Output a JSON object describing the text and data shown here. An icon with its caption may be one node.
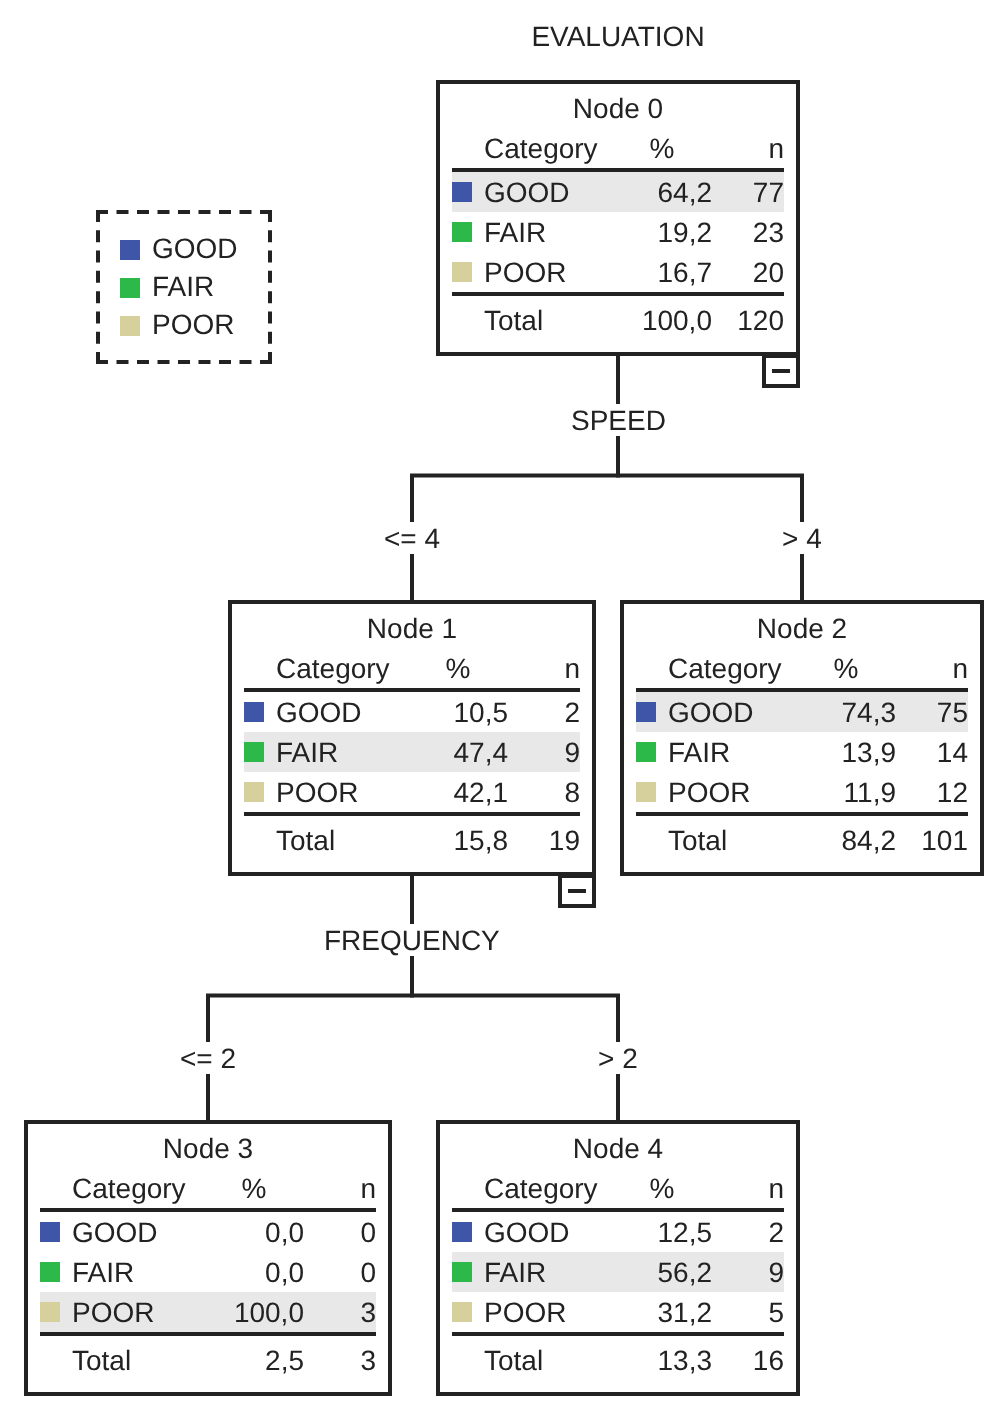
{
  "diagram": {
    "title": "EVALUATION",
    "nodes": [
      {
        "text": [
          "Node 0",
          "Category",
          "%",
          "n",
          "GOOD",
          "64,2",
          "77",
          "FAIR",
          "19,2",
          "23",
          "POOR",
          "16,7",
          "20",
          "Total",
          "100,0",
          "120"
        ],
        "beside": [
          "SPEED"
        ]
      },
      {
        "text": [
          "Node 1",
          "Category",
          "%",
          "n",
          "GOOD",
          "10,5",
          "2",
          "FAIR",
          "47,4",
          "9",
          "POOR",
          "42,1",
          "8",
          "Total",
          "15,8",
          "19"
        ],
        "beside": [
          "FREQUENCY"
        ]
      },
      {
        "text": [
          "Node 2",
          "Category",
          "%",
          "n",
          "GOOD",
          "74,3",
          "75",
          "FAIR",
          "13,9",
          "14",
          "POOR",
          "11,9",
          "12",
          "Total",
          "84,2",
          "101"
        ]
      },
      {
        "text": [
          "Node 3",
          "Category",
          "%",
          "n",
          "GOOD",
          "0,0",
          "0",
          "FAIR",
          "0,0",
          "0",
          "POOR",
          "100,0",
          "3",
          "Total",
          "2,5",
          "3"
        ]
      },
      {
        "text": [
          "Node 4",
          "Category",
          "%",
          "n",
          "GOOD",
          "12,5",
          "2",
          "FAIR",
          "56,2",
          "9",
          "POOR",
          "31,2",
          "5",
          "Total",
          "13,3",
          "16"
        ]
      }
    ],
    "edges": [
      {
        "from": 0,
        "to": 1,
        "arrow": "none",
        "label": "<= 4"
      },
      {
        "from": 0,
        "to": 2,
        "arrow": "none",
        "label": "> 4"
      },
      {
        "from": 1,
        "to": 3,
        "arrow": "none",
        "label": "<= 2"
      },
      {
        "from": 1,
        "to": 4,
        "arrow": "none",
        "label": "> 2"
      }
    ],
    "legend": [
      {
        "text": "GOOD",
        "color": "#3f56a8"
      },
      {
        "text": "FAIR",
        "color": "#2db84a"
      },
      {
        "text": "POOR",
        "color": "#d6d09c"
      }
    ]
  }
}
